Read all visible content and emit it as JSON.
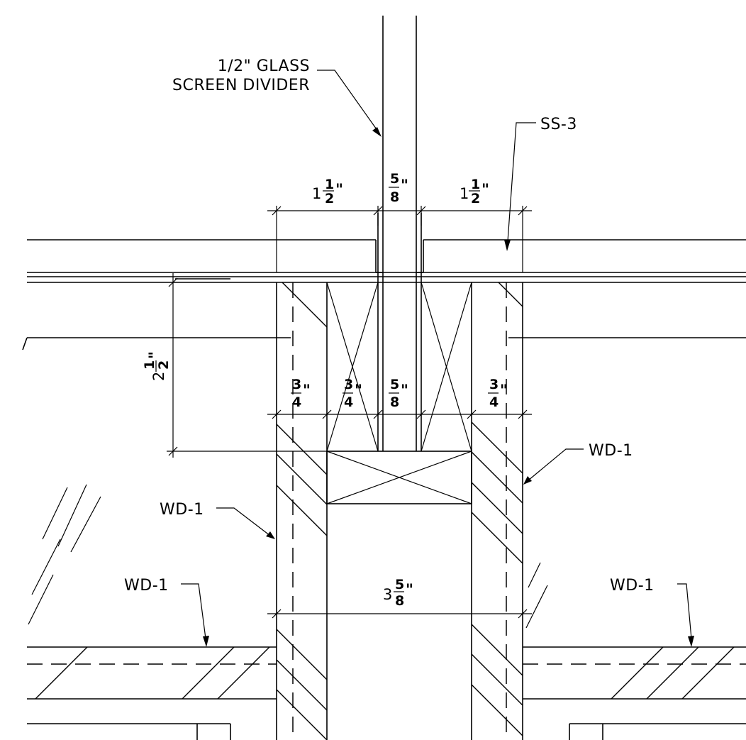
{
  "labels": {
    "glass_line1": "1/2\" GLASS",
    "glass_line2": "SCREEN DIVIDER",
    "ss3": "SS-3",
    "wd1_right_upper": "WD-1",
    "wd1_left_mid": "WD-1",
    "wd1_left_lower": "WD-1",
    "wd1_right_lower": "WD-1"
  },
  "dimensions": {
    "top_left": {
      "whole": "1",
      "num": "1",
      "den": "2",
      "unit": "\""
    },
    "top_mid": {
      "whole": "",
      "num": "5",
      "den": "8",
      "unit": "\""
    },
    "top_right": {
      "whole": "1",
      "num": "1",
      "den": "2",
      "unit": "\""
    },
    "vertical": {
      "whole": "2",
      "num": "1",
      "den": "2",
      "unit": "\""
    },
    "mid_1": {
      "whole": "",
      "num": "3",
      "den": "4",
      "unit": "\""
    },
    "mid_2": {
      "whole": "",
      "num": "3",
      "den": "4",
      "unit": "\""
    },
    "mid_3": {
      "whole": "",
      "num": "5",
      "den": "8",
      "unit": "\""
    },
    "mid_4": {
      "whole": "",
      "num": "3",
      "den": "4",
      "unit": "\""
    },
    "bottom": {
      "whole": "3",
      "num": "5",
      "den": "8",
      "unit": "\""
    }
  }
}
